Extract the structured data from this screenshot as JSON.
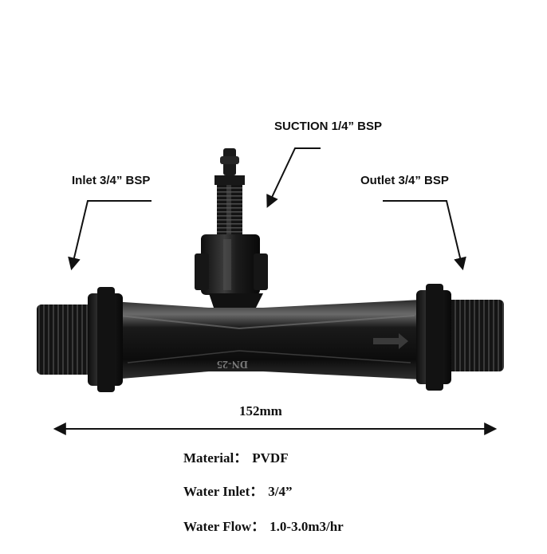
{
  "callouts": {
    "suction": "SUCTION 1/4” BSP",
    "inlet": "Inlet 3/4” BSP",
    "outlet": "Outlet 3/4” BSP"
  },
  "dimension": "152mm",
  "body_markings": {
    "model": "DN-25"
  },
  "specs": [
    {
      "label": "Material：",
      "value": "PVDF"
    },
    {
      "label": "Water Inlet：",
      "value": "3/4”"
    },
    {
      "label": "Water Flow：",
      "value": "1.0-3.0m3/hr"
    }
  ],
  "colors": {
    "part_body": "#141414",
    "highlight": "#5a5a5a",
    "text": "#111111",
    "background": "#ffffff"
  }
}
